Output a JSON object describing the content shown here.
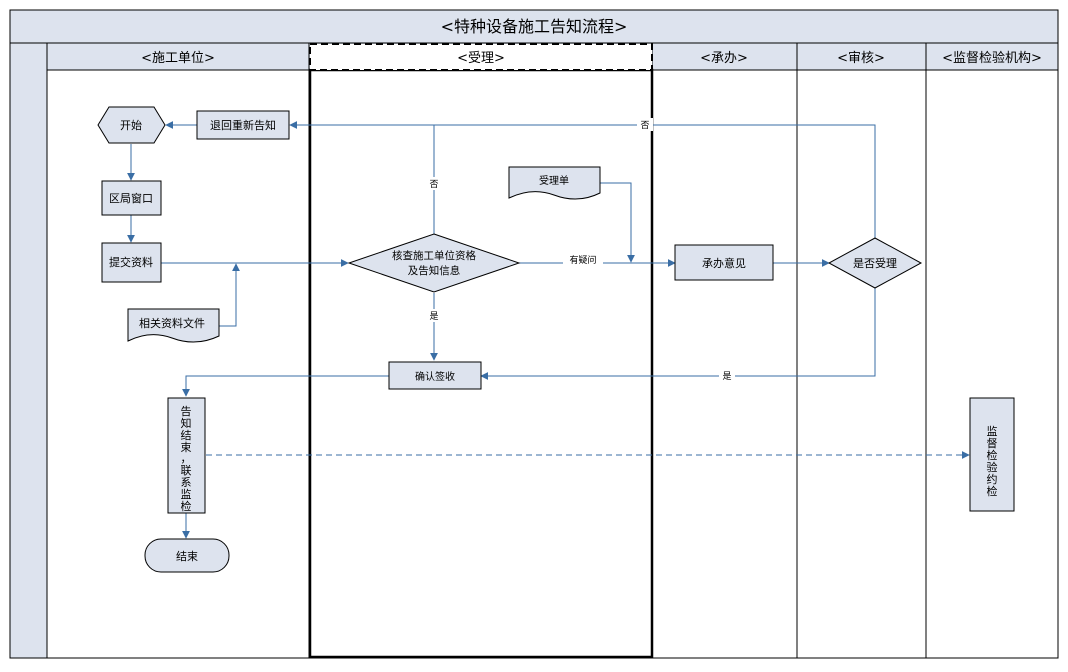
{
  "title": "<特种设备施工告知流程>",
  "lanes": [
    {
      "label": "<施工单位>"
    },
    {
      "label": "<受理>"
    },
    {
      "label": "<承办>"
    },
    {
      "label": "<审核>"
    },
    {
      "label": "<监督检验机构>"
    }
  ],
  "nodes": {
    "start": "开始",
    "return_notice": "退回重新告知",
    "district_window": "区局窗口",
    "submit_materials": "提交资料",
    "related_documents": "相关资料文件",
    "acceptance_form": "受理单",
    "check_line1": "核查施工单位资格",
    "check_line2": "及告知信息",
    "handling_opinion": "承办意见",
    "accept_decision": "是否受理",
    "confirm_receipt": "确认签收",
    "notify_end_chars": [
      "告",
      "知",
      "结",
      "束",
      "，",
      "联",
      "系",
      "监",
      "检"
    ],
    "end": "结束",
    "inspection_chars": [
      "监",
      "督",
      "检",
      "验",
      "约",
      "检"
    ]
  },
  "edge_labels": {
    "no_top": "否",
    "no_left": "否",
    "has_question": "有疑问",
    "yes_down": "是",
    "yes_right": "是"
  },
  "colors": {
    "line": "#3a6ea5",
    "box_fill": "#dde3ee",
    "header_fill": "#dde3ee",
    "border": "#000000",
    "dashed_link": "#3a6ea5"
  }
}
